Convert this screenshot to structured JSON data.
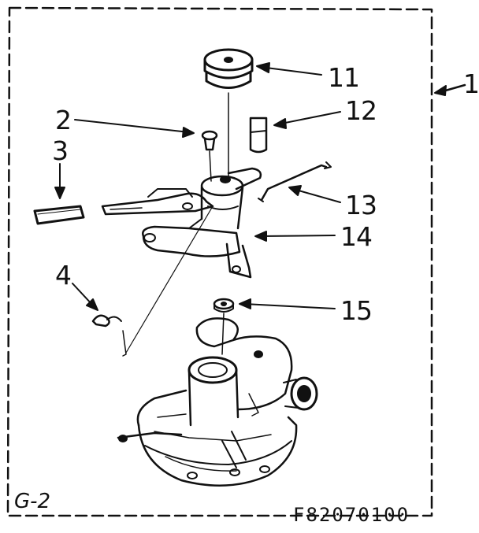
{
  "diagram": {
    "assembly_callout": "1",
    "corner_label": "G-2",
    "figure_code": "F82070100",
    "callouts": [
      {
        "id": "11",
        "part": "pulley-icon"
      },
      {
        "id": "12",
        "part": "clip-icon"
      },
      {
        "id": "13",
        "part": "spring-wire-icon"
      },
      {
        "id": "14",
        "part": "motor-bracket-icon"
      },
      {
        "id": "15",
        "part": "nut-icon"
      },
      {
        "id": "2",
        "part": "screw-icon"
      },
      {
        "id": "3",
        "part": "pad-icon"
      },
      {
        "id": "4",
        "part": "wire-clip-icon"
      }
    ],
    "colors": {
      "ink": "#111111",
      "paper": "#ffffff"
    }
  }
}
